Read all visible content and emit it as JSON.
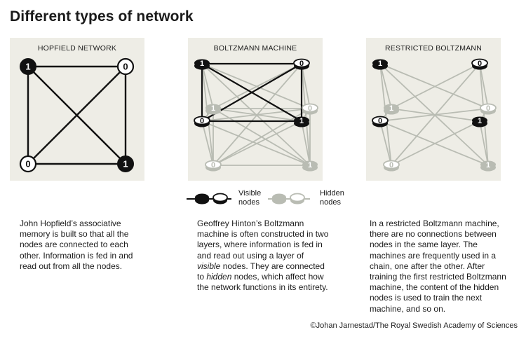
{
  "title": "Different types of network",
  "colors": {
    "panel_bg": "#eeede6",
    "visible": "#111111",
    "hidden": "#b9bcb3"
  },
  "panels": [
    {
      "label": "HOPFIELD NETWORK"
    },
    {
      "label": "BOLTZMANN MACHINE"
    },
    {
      "label": "RESTRICTED BOLTZMANN"
    }
  ],
  "hopfield": {
    "node_values": [
      "1",
      "0",
      "0",
      "1"
    ]
  },
  "boltzmann": {
    "visible_values": [
      "1",
      "0",
      "0",
      "1"
    ],
    "hidden_values": [
      "1",
      "0",
      "0",
      "1"
    ]
  },
  "rbm": {
    "visible_values": [
      "1",
      "0",
      "0",
      "1"
    ],
    "hidden_values": [
      "1",
      "0",
      "0",
      "1"
    ]
  },
  "legend": {
    "visible_line1": "Visible",
    "visible_line2": "nodes",
    "hidden_line1": "Hidden",
    "hidden_line2": "nodes"
  },
  "descriptions": {
    "hopfield": "John Hopfield’s associative memory is built so that all the nodes are connected to each other. Information is fed in and read out from all the nodes.",
    "boltzmann_part1": "Geoffrey Hinton’s Boltzmann machine is often constructed in two layers, where information is fed in and read out using a layer of ",
    "boltzmann_em1": "visible",
    "boltzmann_part2": " nodes. They are connected to ",
    "boltzmann_em2": "hidden",
    "boltzmann_part3": " nodes, which affect how the network functions in its entirety.",
    "rbm": "In a restricted Boltzmann machine, there are no connections between nodes in the same layer. The machines are frequently used in a chain, one after the other. After training the first restricted Boltzmann machine, the content of the hidden nodes is used to train the next machine, and so on."
  },
  "credit": "©Johan Jarnestad/The Royal Swedish Academy of Sciences"
}
